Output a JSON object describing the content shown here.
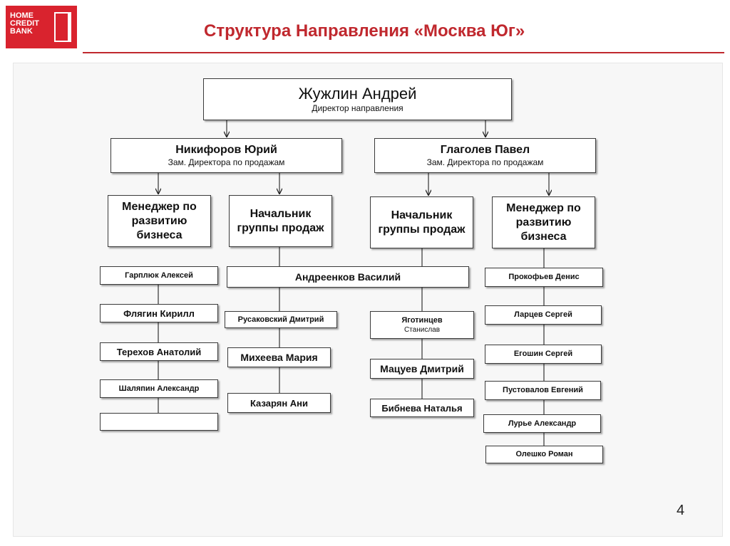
{
  "logo": {
    "lines": [
      "HOME",
      "CREDIT",
      "BANK"
    ]
  },
  "title": "Структура Направления «Москва Юг»",
  "page_number": "4",
  "org": {
    "head": {
      "name": "Жужлин Андрей",
      "role": "Директор направления"
    },
    "deputy_left": {
      "name": "Никифоров Юрий",
      "role": "Зам. Директора по продажам"
    },
    "deputy_right": {
      "name": "Глаголев Павел",
      "role": "Зам. Директора по продажам"
    },
    "units": {
      "dev_left": "Менеджер по развитию бизнеса",
      "sales_left": "Начальник группы продаж",
      "sales_right": "Начальник группы продаж",
      "dev_right": "Менеджер по развитию бизнеса"
    },
    "col_dev_left": [
      "Гарплюк Алексей",
      "Флягин Кирилл",
      "Терехов Анатолий",
      "Шаляпин Александр",
      ""
    ],
    "lead_left": "Андреенков Василий",
    "col_sales_left": [
      "Русаковский Дмитрий",
      "Михеева Мария",
      "Казарян Ани"
    ],
    "col_sales_right": {
      "first_name": "Яготинцев",
      "first_sub": "Станислав",
      "rest": [
        "Мацуев Дмитрий",
        "Бибнева Наталья"
      ]
    },
    "col_dev_right": [
      "Прокофьев Денис",
      "Ларцев Сергей",
      "Егошин Сергей",
      "Пустовалов Евгений",
      "Лурье Александр",
      "Олешко Роман"
    ]
  }
}
